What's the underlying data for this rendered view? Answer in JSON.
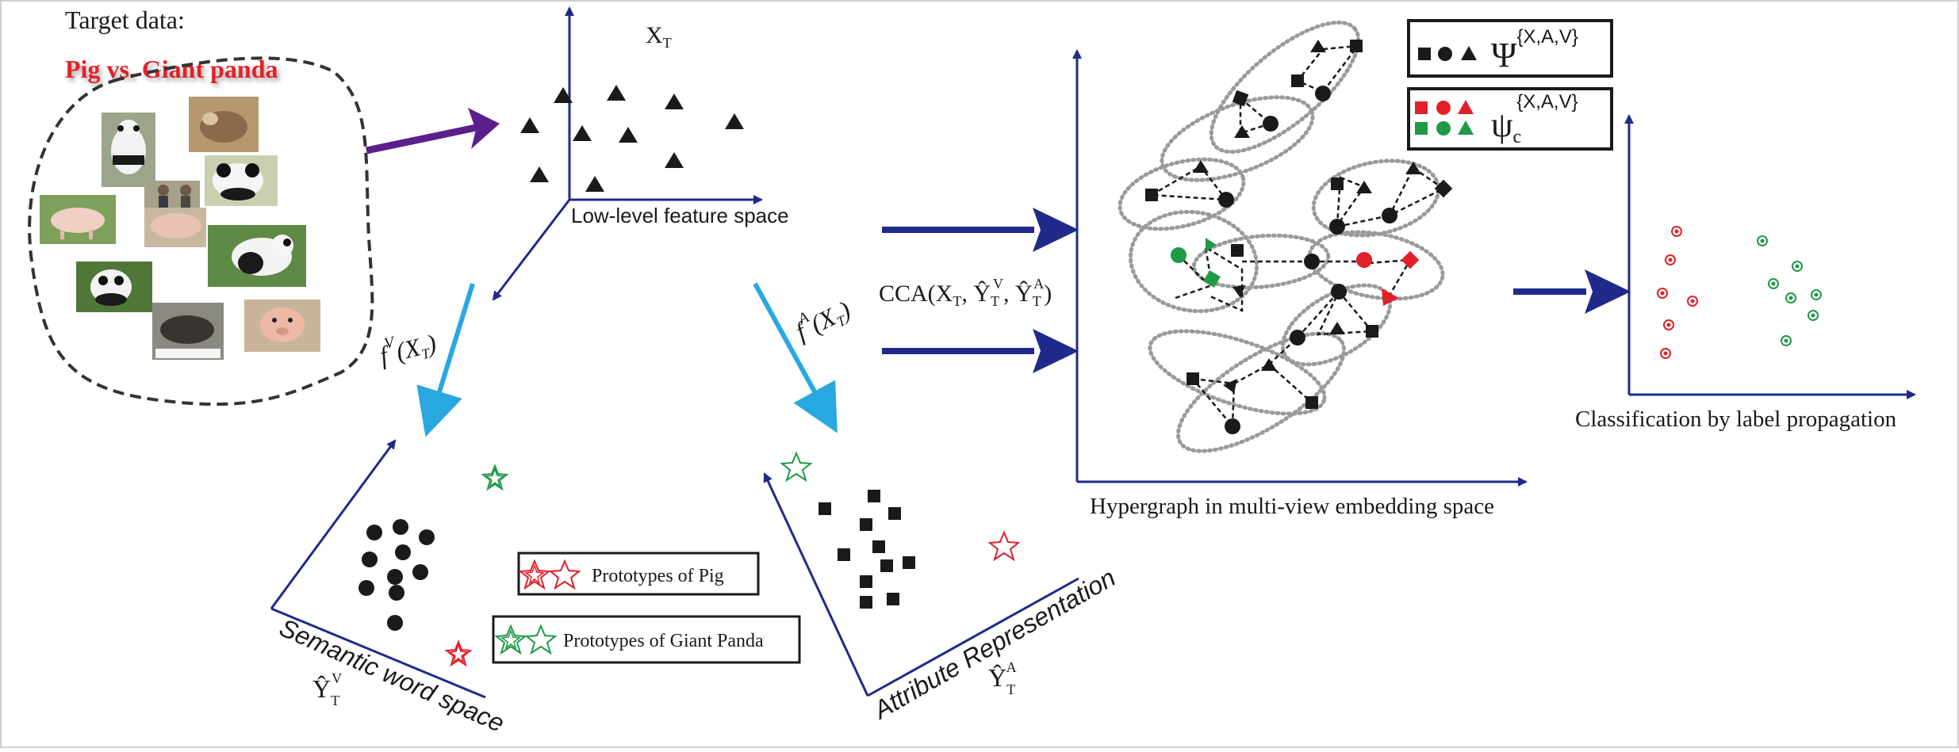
{
  "target": {
    "heading": "Target data:",
    "subtitle": "Pig vs. Giant panda"
  },
  "lowlevel": {
    "var_x": "X",
    "var_x_sub": "T",
    "space_label": "Low-level feature space"
  },
  "fv": {
    "f": "f",
    "sup": "V",
    "arg": "(X",
    "sub": "T",
    "close": ")"
  },
  "fa": {
    "f": "f",
    "sup": "A",
    "arg": "(X",
    "sub": "T",
    "close": ")"
  },
  "cca": {
    "text": "CCA(X",
    "t1": "T",
    "comma1": ", Ŷ",
    "t2": "T",
    "v": "V",
    "comma2": ", Ŷ",
    "t3": "T",
    "a": "A",
    "close": ")"
  },
  "semantic": {
    "axis_label": "Semantic word space",
    "y": "Ŷ",
    "y_sub": "T",
    "y_sup": "V"
  },
  "attribute": {
    "axis_label": "Attribute Representation",
    "y": "Ŷ",
    "y_sub": "T",
    "y_sup": "A"
  },
  "legend": {
    "pig": "Prototypes of Pig",
    "panda": "Prototypes of Giant Panda",
    "pig_color": "#e0212b",
    "panda_color": "#1f9a48"
  },
  "hypergraph": {
    "label": "Hypergraph in multi-view embedding space"
  },
  "psi": {
    "symbol": "Ψ",
    "sup": "{X,A,V}",
    "symbol_c": "ψ",
    "sub_c": "c",
    "sup_c": "{X,A,V}"
  },
  "classification": {
    "label": "Classification by label propagation"
  },
  "colors": {
    "axis": "#1f2a8a",
    "arrow": "#1f2a8a",
    "cyan": "#29a8e0",
    "purple": "#5b1f8c",
    "red": "#e0212b",
    "green": "#1f9a48",
    "mark": "#1a1a1a"
  }
}
